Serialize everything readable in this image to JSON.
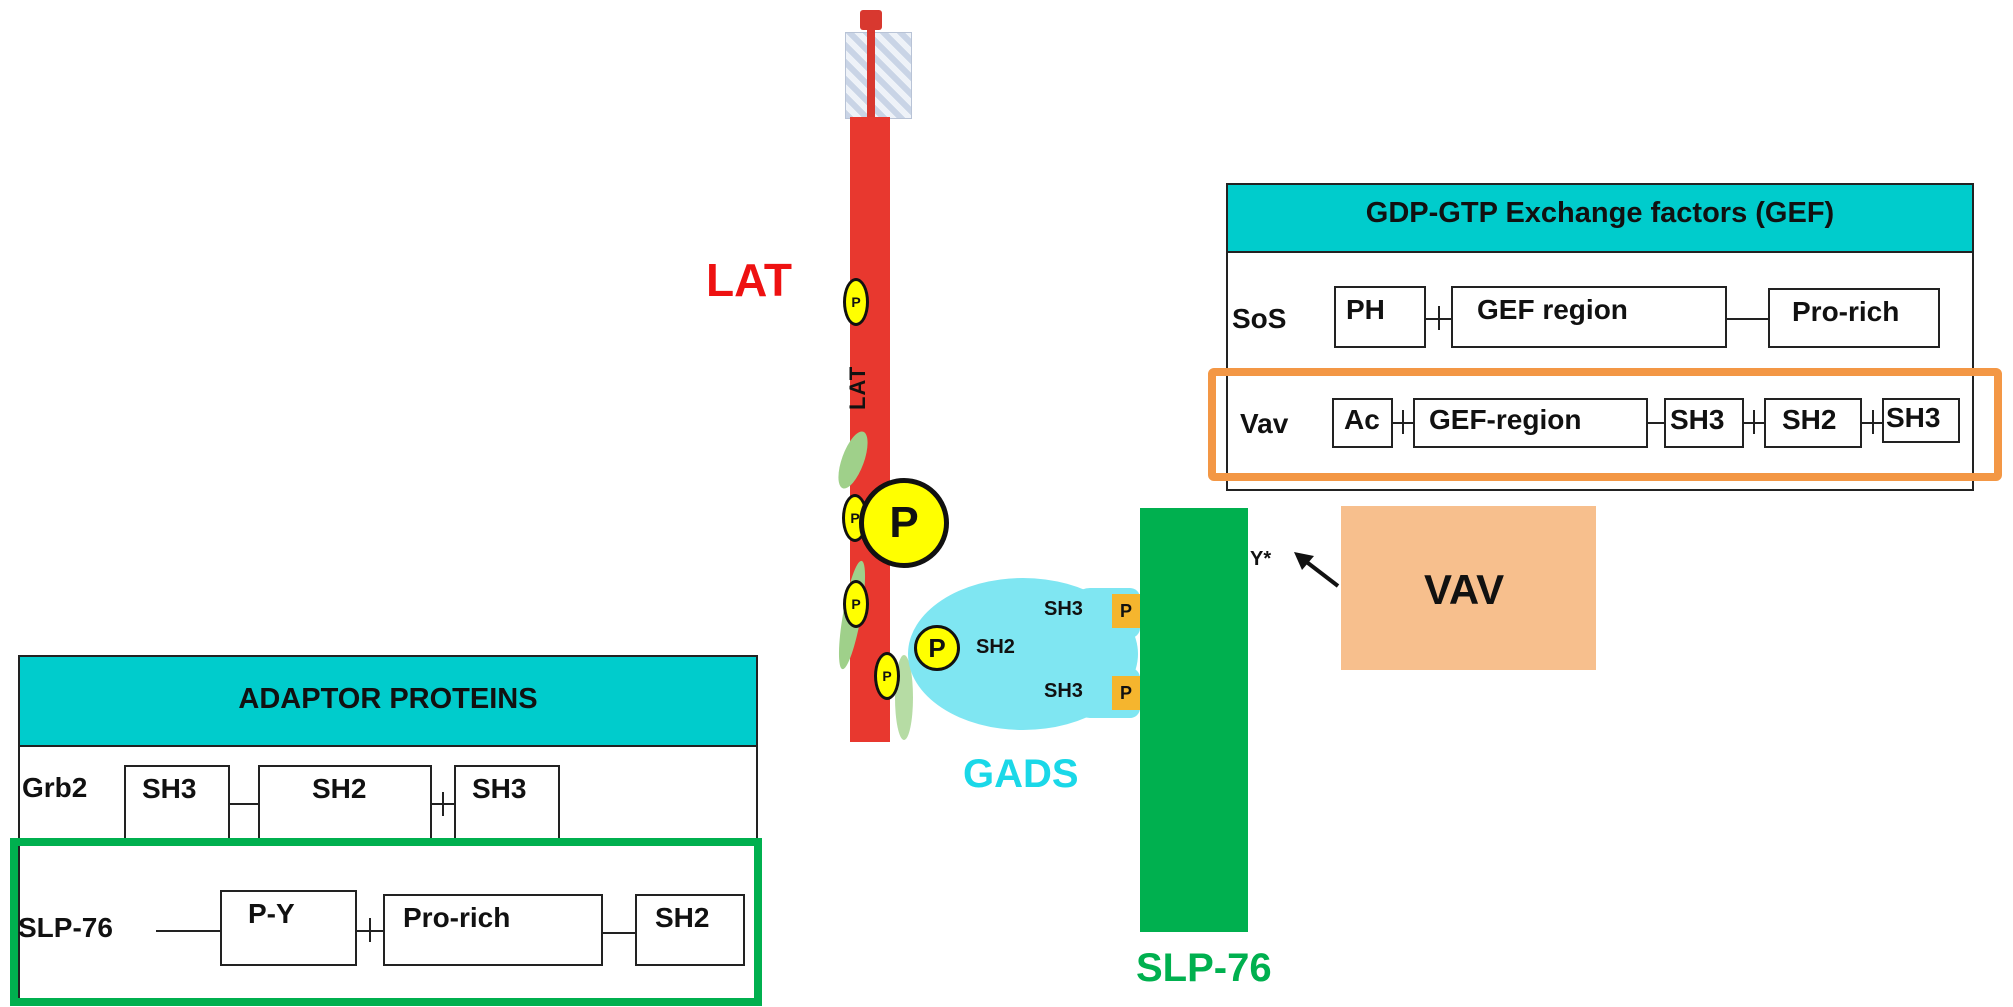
{
  "labels": {
    "lat": "LAT",
    "lat_vertical": "LAT",
    "gads": "GADS",
    "slp76": "SLP-76",
    "vav": "VAV",
    "y_star": "Y*"
  },
  "gads_domains": {
    "p_big": "P",
    "sh2": "SH2",
    "sh3_top": "SH3",
    "sh3_bottom": "SH3",
    "p_small_top": "P",
    "p_small_bottom": "P"
  },
  "lat_phospho": {
    "big_p": "P",
    "small_p": "P"
  },
  "adaptor_panel": {
    "title": "ADAPTOR PROTEINS",
    "rows": [
      {
        "name": "Grb2",
        "domains": [
          "SH3",
          "SH2",
          "SH3"
        ]
      },
      {
        "name": "SLP-76",
        "domains": [
          "P-Y",
          "Pro-rich",
          "SH2"
        ]
      }
    ]
  },
  "gef_panel": {
    "title": "GDP-GTP Exchange factors (GEF)",
    "rows": [
      {
        "name": "SoS",
        "domains": [
          "PH",
          "GEF region",
          "Pro-rich"
        ]
      },
      {
        "name": "Vav",
        "domains": [
          "Ac",
          "GEF-region",
          "SH3",
          "SH2",
          "SH3"
        ]
      }
    ]
  },
  "colors": {
    "lat_red": "#e8382f",
    "gads_cyan": "#7fe6f2",
    "gads_label": "#1ad8e8",
    "slp76_green": "#00b04f",
    "vav_orange": "#f7bf8d",
    "highlight_orange": "#f39745",
    "header_teal": "#00cccc",
    "phospho_yellow": "#ffff00"
  }
}
